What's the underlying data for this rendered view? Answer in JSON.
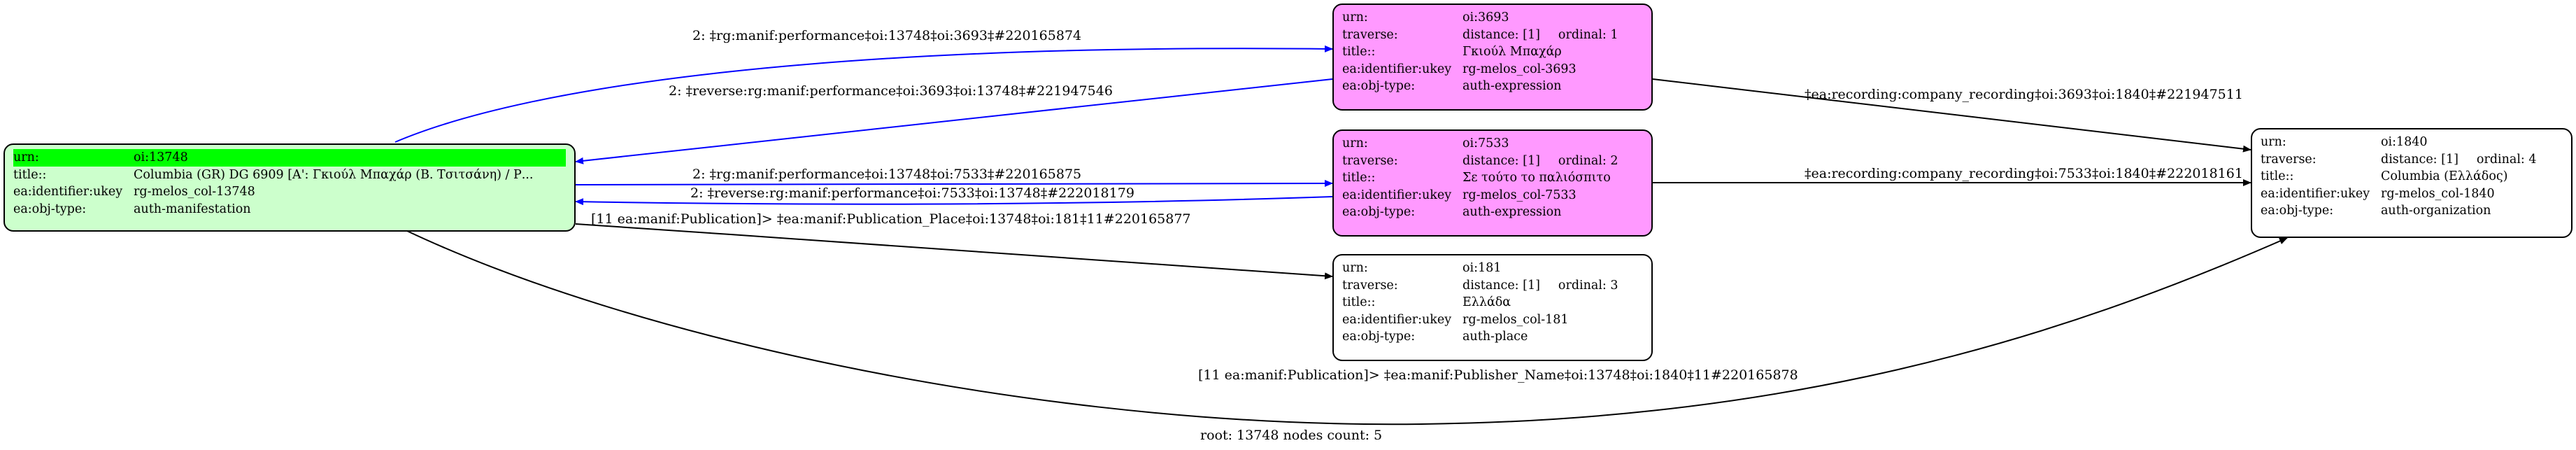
{
  "nodes": {
    "n13748": {
      "rows": [
        {
          "k": "urn:",
          "v": "oi:13748"
        },
        {
          "k": "title::",
          "v": "Columbia (GR) DG 6909 [Α': Γκιούλ Μπαχάρ (Β. Τσιτσάνη) / Ρ..."
        },
        {
          "k": "ea:identifier:ukey",
          "v": "rg-melos_col-13748"
        },
        {
          "k": "ea:obj-type:",
          "v": "auth-manifestation"
        }
      ]
    },
    "n3693": {
      "rows": [
        {
          "k": "urn:",
          "v": "oi:3693"
        },
        {
          "k": "traverse:",
          "v": "distance: [1]",
          "v2": "ordinal: 1"
        },
        {
          "k": "title::",
          "v": "Γκιούλ Μπαχάρ"
        },
        {
          "k": "ea:identifier:ukey",
          "v": "rg-melos_col-3693"
        },
        {
          "k": "ea:obj-type:",
          "v": "auth-expression"
        }
      ]
    },
    "n7533": {
      "rows": [
        {
          "k": "urn:",
          "v": "oi:7533"
        },
        {
          "k": "traverse:",
          "v": "distance: [1]",
          "v2": "ordinal: 2"
        },
        {
          "k": "title::",
          "v": "Σε τούτο το παλιόσπιτο"
        },
        {
          "k": "ea:identifier:ukey",
          "v": "rg-melos_col-7533"
        },
        {
          "k": "ea:obj-type:",
          "v": "auth-expression"
        }
      ]
    },
    "n181": {
      "rows": [
        {
          "k": "urn:",
          "v": "oi:181"
        },
        {
          "k": "traverse:",
          "v": "distance: [1]",
          "v2": "ordinal: 3"
        },
        {
          "k": "title::",
          "v": "Ελλάδα"
        },
        {
          "k": "ea:identifier:ukey",
          "v": "rg-melos_col-181"
        },
        {
          "k": "ea:obj-type:",
          "v": "auth-place"
        }
      ]
    },
    "n1840": {
      "rows": [
        {
          "k": "urn:",
          "v": "oi:1840"
        },
        {
          "k": "traverse:",
          "v": "distance: [1]",
          "v2": "ordinal: 4"
        },
        {
          "k": "title::",
          "v": "Columbia (Ελλάδος)"
        },
        {
          "k": "ea:identifier:ukey",
          "v": "rg-melos_col-1840"
        },
        {
          "k": "ea:obj-type:",
          "v": "auth-organization"
        }
      ]
    }
  },
  "edges": {
    "e1": "2: ‡rg:manif:performance‡oi:13748‡oi:3693‡#220165874",
    "e2": "2: ‡reverse:rg:manif:performance‡oi:3693‡oi:13748‡#221947546",
    "e3": "2: ‡rg:manif:performance‡oi:13748‡oi:7533‡#220165875",
    "e4": "2: ‡reverse:rg:manif:performance‡oi:7533‡oi:13748‡#222018179",
    "e5": "[11 ea:manif:Publication]> ‡ea:manif:Publication_Place‡oi:13748‡oi:181‡11#220165877",
    "e6": "‡ea:recording:company_recording‡oi:3693‡oi:1840‡#221947511",
    "e7": "‡ea:recording:company_recording‡oi:7533‡oi:1840‡#222018161",
    "e8": "[11 ea:manif:Publication]> ‡ea:manif:Publisher_Name‡oi:13748‡oi:1840‡11#220165878"
  },
  "colors": {
    "blue_edge": "#0000ff",
    "black_edge": "#000000",
    "magenta_node": "#ff99ff",
    "mint_node": "#ccffcc",
    "highlight": "#00ff00"
  },
  "footer": "root: 13748 nodes count: 5"
}
